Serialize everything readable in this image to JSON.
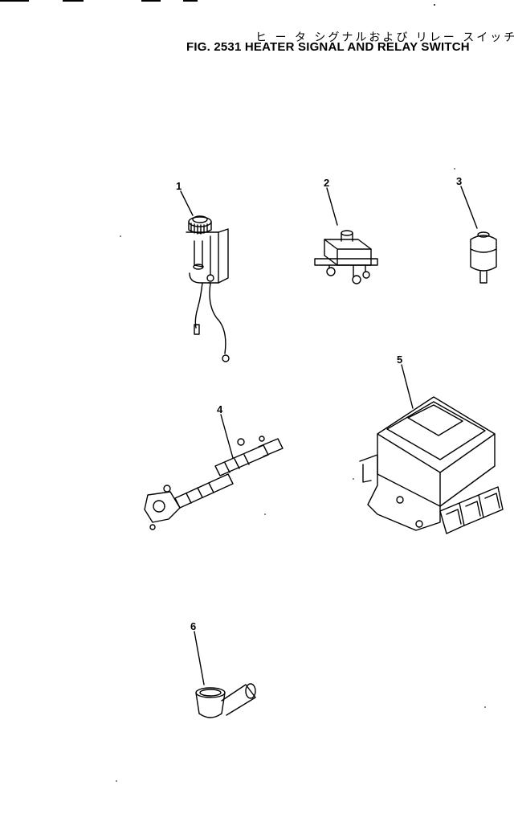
{
  "header": {
    "title_jp": "ヒ ー タ シグナルおよび リレー スイッチ",
    "title_en": "FIG. 2531 HEATER SIGNAL AND RELAY SWITCH"
  },
  "parts": [
    {
      "number": "1"
    },
    {
      "number": "2"
    },
    {
      "number": "3"
    },
    {
      "number": "4"
    },
    {
      "number": "5"
    },
    {
      "number": "6"
    }
  ]
}
